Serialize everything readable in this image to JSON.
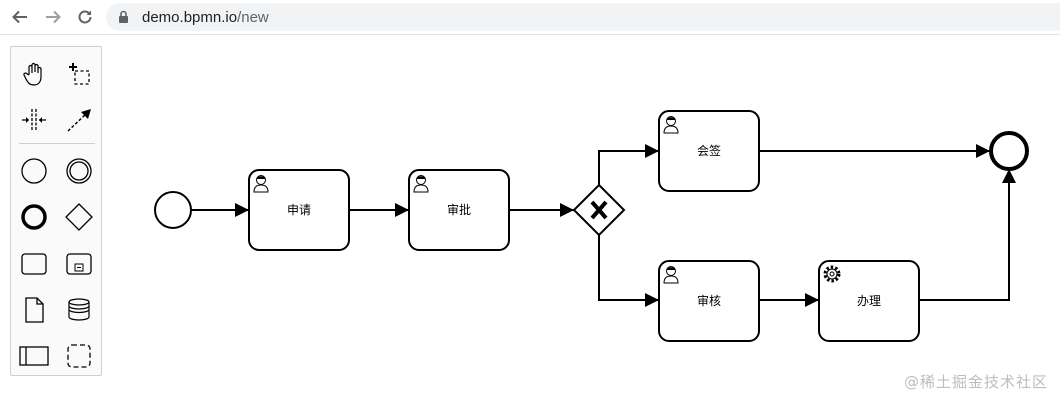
{
  "browser": {
    "url_host": "demo.bpmn.io",
    "url_path": "/new",
    "back_icon": "back-arrow-icon",
    "forward_icon": "forward-arrow-icon",
    "reload_icon": "reload-icon",
    "lock_icon": "lock-icon"
  },
  "palette": {
    "tools": [
      {
        "icon": "hand-tool-icon"
      },
      {
        "icon": "lasso-tool-icon"
      },
      {
        "icon": "space-tool-icon"
      },
      {
        "icon": "global-connect-tool-icon"
      },
      {
        "icon": "start-event-icon"
      },
      {
        "icon": "intermediate-event-icon"
      },
      {
        "icon": "end-event-icon"
      },
      {
        "icon": "gateway-icon"
      },
      {
        "icon": "task-icon"
      },
      {
        "icon": "subprocess-icon"
      },
      {
        "icon": "data-object-icon"
      },
      {
        "icon": "data-store-icon"
      },
      {
        "icon": "participant-icon"
      },
      {
        "icon": "group-icon"
      }
    ]
  },
  "diagram": {
    "tasks": [
      {
        "id": "apply",
        "label": "申请",
        "type": "user-task"
      },
      {
        "id": "approve",
        "label": "审批",
        "type": "user-task"
      },
      {
        "id": "countersign",
        "label": "会签",
        "type": "user-task"
      },
      {
        "id": "review",
        "label": "审核",
        "type": "user-task"
      },
      {
        "id": "handle",
        "label": "办理",
        "type": "service-task"
      }
    ],
    "gateway": {
      "type": "exclusive-gateway",
      "marker": "X"
    }
  },
  "watermark": "@稀土掘金技术社区",
  "colors": {
    "stroke": "#000000",
    "fill": "#ffffff",
    "palette_bg": "#fafafa"
  }
}
